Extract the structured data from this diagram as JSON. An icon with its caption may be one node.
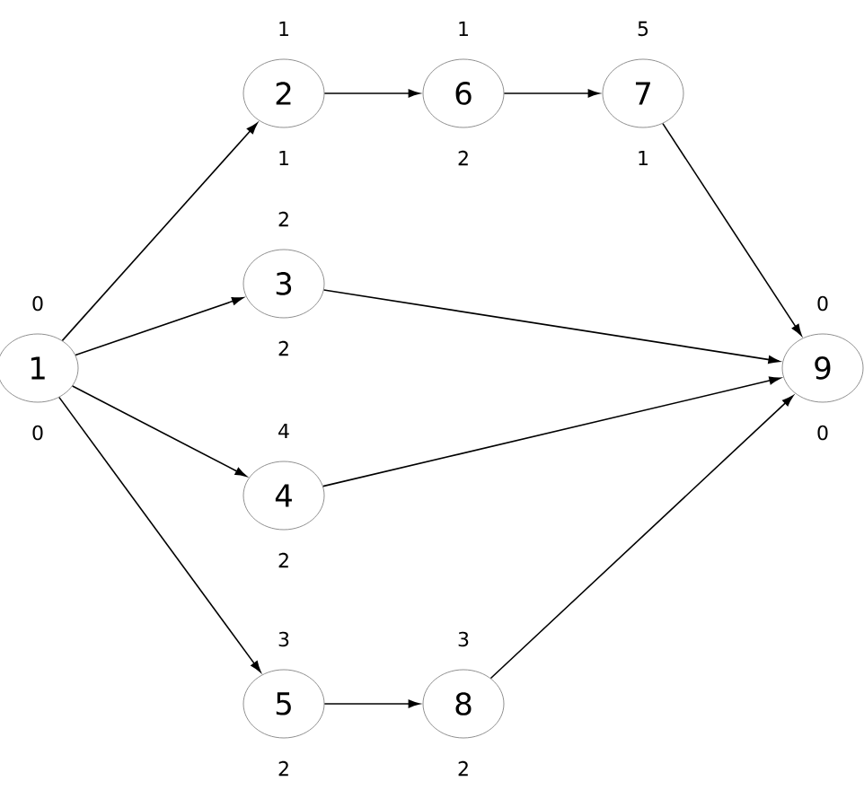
{
  "diagram": {
    "nodes": [
      {
        "text": [
          "1"
        ],
        "beside": [
          "0",
          "0"
        ]
      },
      {
        "text": [
          "2"
        ],
        "beside": [
          "1",
          "1"
        ]
      },
      {
        "text": [
          "3"
        ],
        "beside": [
          "2",
          "2"
        ]
      },
      {
        "text": [
          "4"
        ],
        "beside": [
          "4",
          "2"
        ]
      },
      {
        "text": [
          "5"
        ],
        "beside": [
          "3",
          "2"
        ]
      },
      {
        "text": [
          "6"
        ],
        "beside": [
          "1",
          "2"
        ]
      },
      {
        "text": [
          "7"
        ],
        "beside": [
          "5",
          "1"
        ]
      },
      {
        "text": [
          "8"
        ],
        "beside": [
          "3",
          "2"
        ]
      },
      {
        "text": [
          "9"
        ],
        "beside": [
          "0",
          "0"
        ]
      }
    ],
    "edges": [
      {
        "from": 0,
        "to": 1,
        "arrow": "to"
      },
      {
        "from": 0,
        "to": 2,
        "arrow": "to"
      },
      {
        "from": 0,
        "to": 3,
        "arrow": "to"
      },
      {
        "from": 0,
        "to": 4,
        "arrow": "to"
      },
      {
        "from": 1,
        "to": 5,
        "arrow": "to"
      },
      {
        "from": 5,
        "to": 6,
        "arrow": "to"
      },
      {
        "from": 6,
        "to": 8,
        "arrow": "to"
      },
      {
        "from": 2,
        "to": 8,
        "arrow": "to"
      },
      {
        "from": 3,
        "to": 8,
        "arrow": "to"
      },
      {
        "from": 4,
        "to": 7,
        "arrow": "to"
      },
      {
        "from": 7,
        "to": 8,
        "arrow": "to"
      }
    ]
  }
}
